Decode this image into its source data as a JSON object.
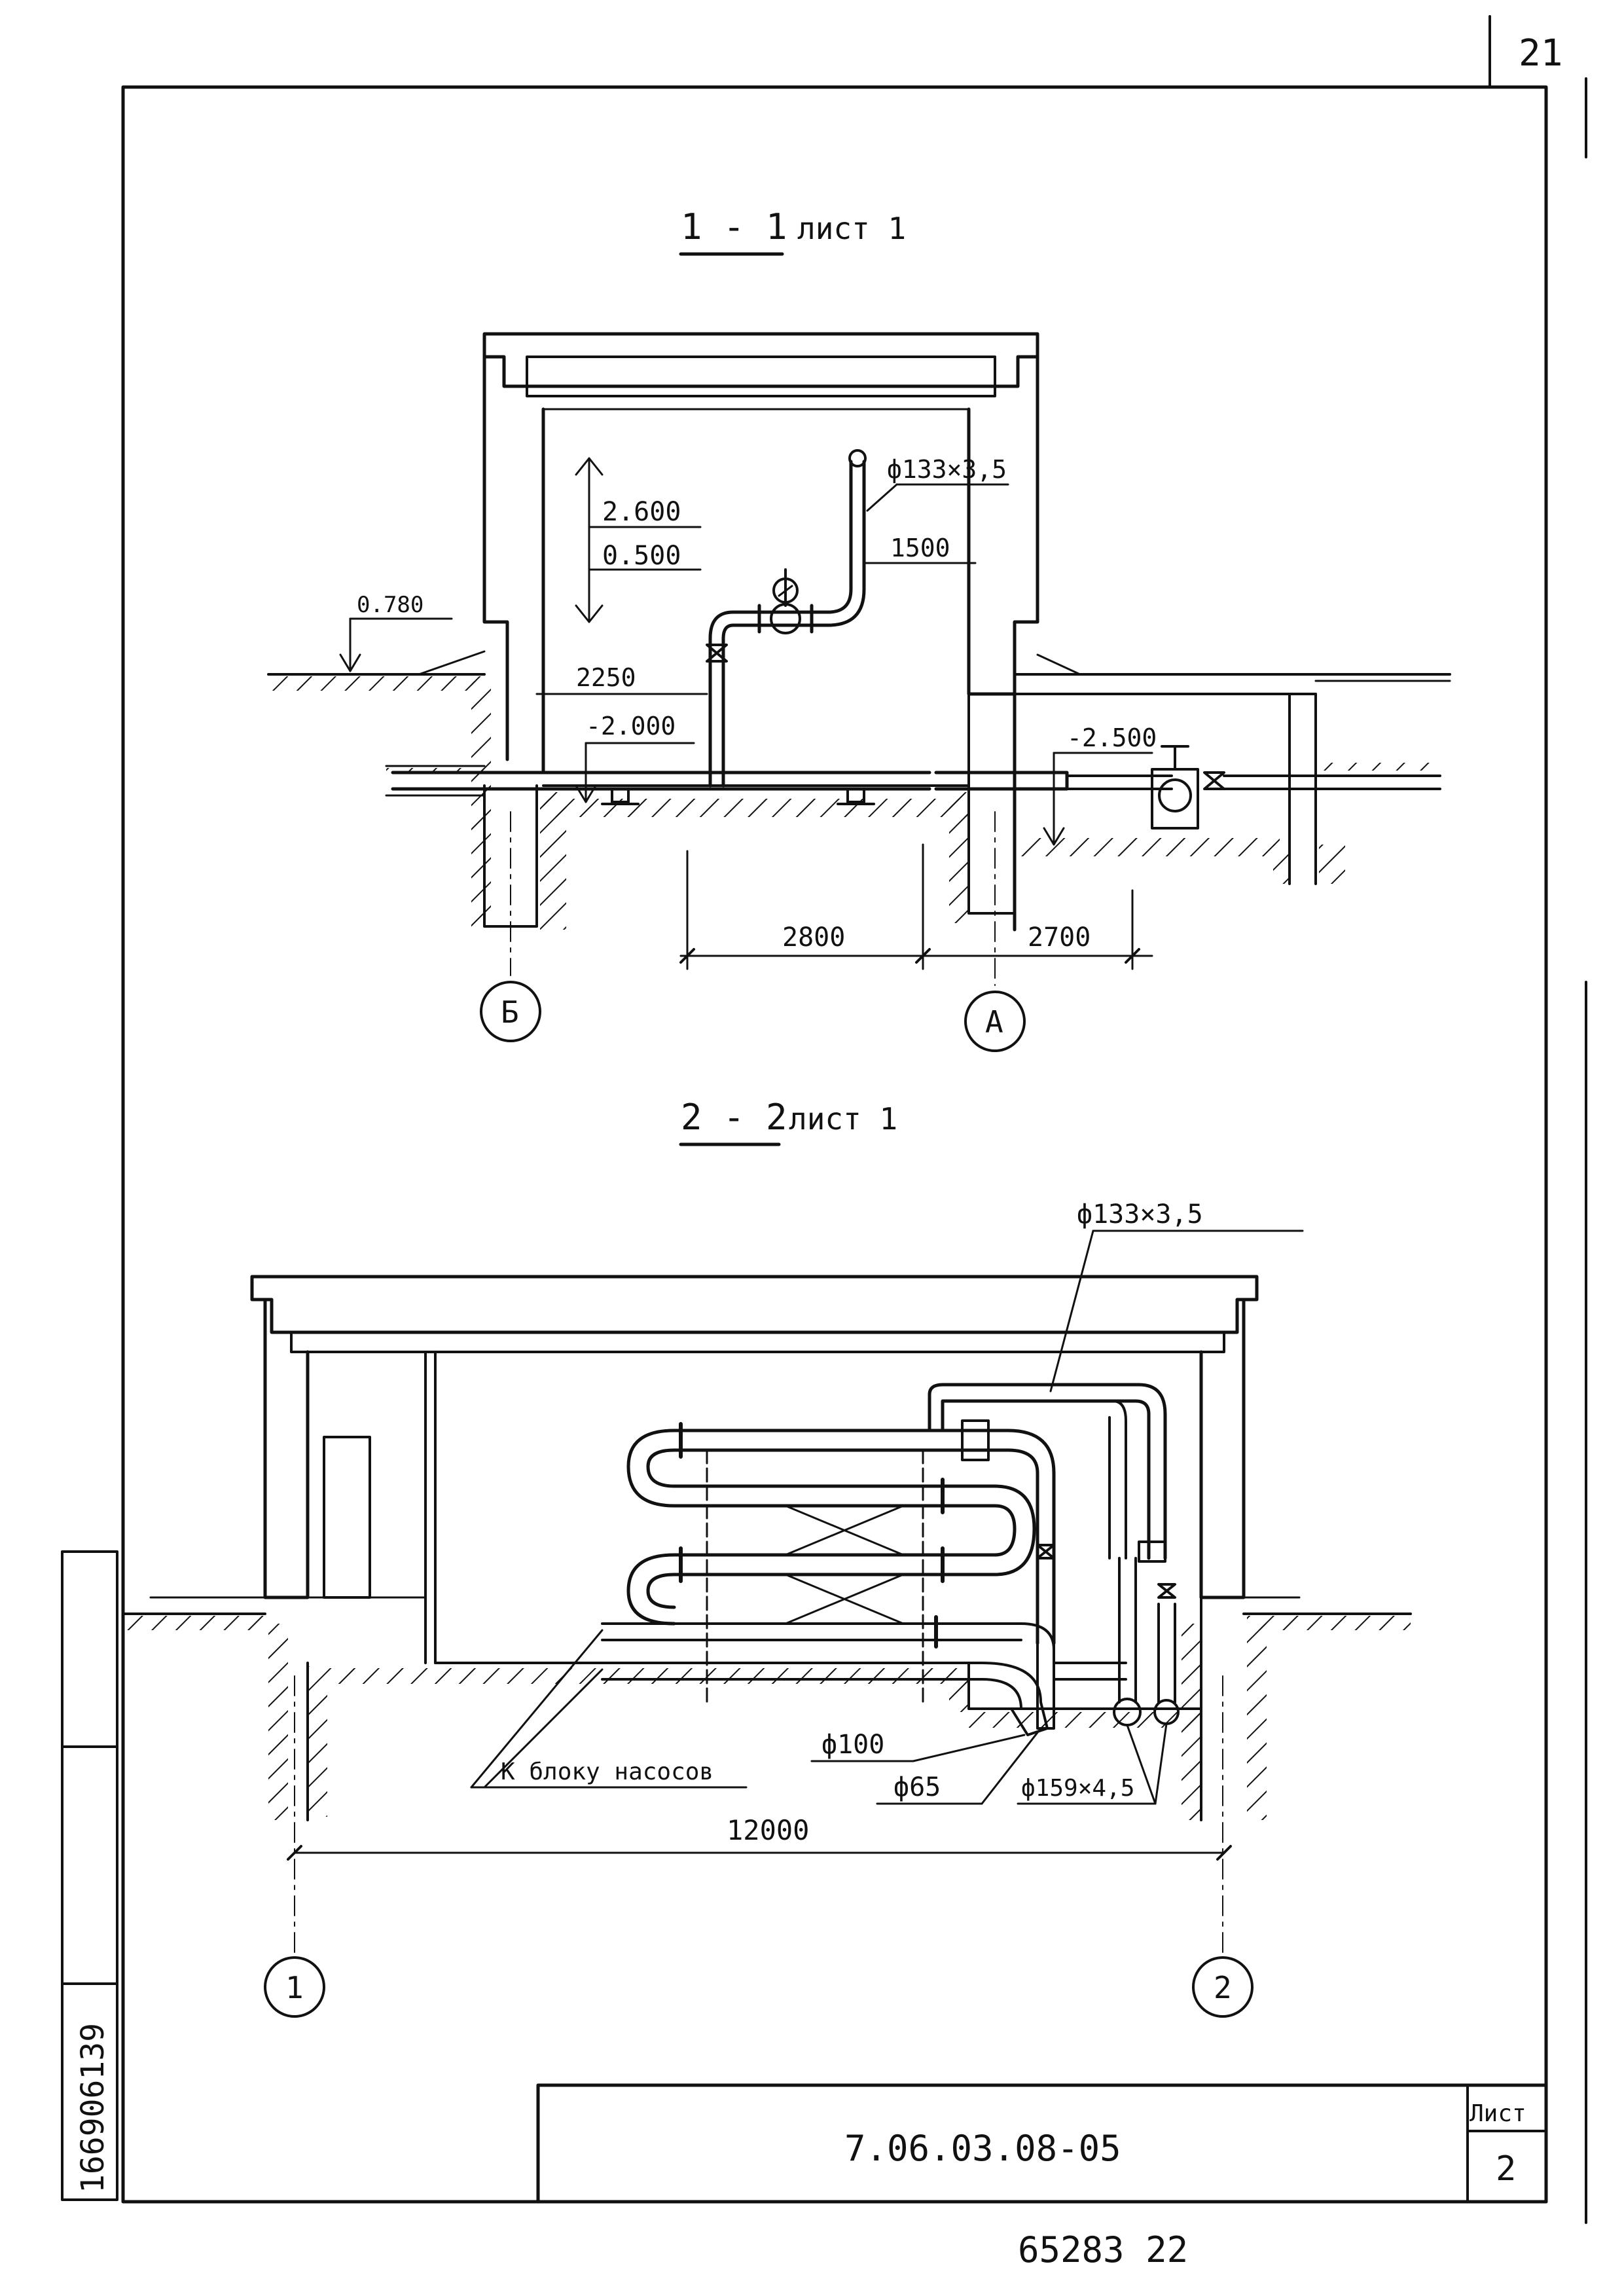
{
  "page_number": "21",
  "stamp_bottom": "65283  22",
  "vertical_code": "166906139",
  "section_1": {
    "title_num": "1 - 1",
    "title_ref": "лист 1",
    "labels": {
      "pipe_dim": "ф133×3,5",
      "elev_2600": "2.600",
      "elev_0500": "0.500",
      "dim_1500": "1500",
      "elev_0780": "0.780",
      "dim_2250": "2250",
      "elev_m2000": "-2.000",
      "elev_m2500": "-2.500",
      "dim_2800": "2800",
      "dim_2700": "2700",
      "axis_b": "Б",
      "axis_a": "А"
    }
  },
  "section_2": {
    "title_num": "2 - 2",
    "title_ref": "лист 1",
    "labels": {
      "pipe_dim": "ф133×3,5",
      "pumps": "К блоку насосов",
      "phi100": "ф100",
      "phi65": "ф65",
      "phi159": "ф159×4,5",
      "dim_12000": "12000",
      "axis_1": "1",
      "axis_2": "2"
    }
  },
  "title_block": {
    "doc_code": "7.06.03.08-05",
    "sheet_label": "Лист",
    "sheet_number": "2"
  }
}
